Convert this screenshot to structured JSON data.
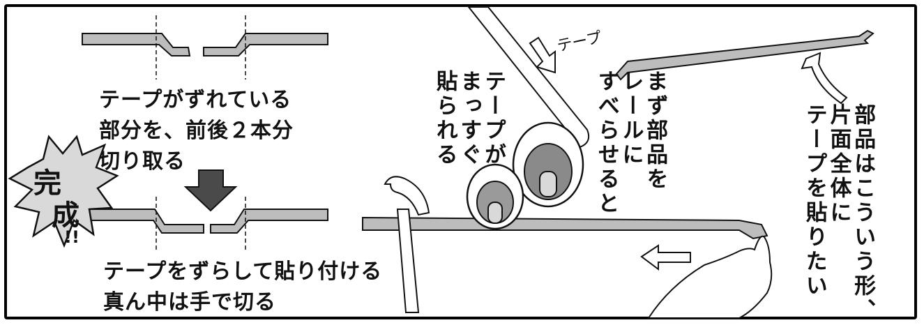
{
  "panel": {
    "top_caption": [
      "テープがずれている",
      "部分を、前後２本分",
      "切り取る"
    ],
    "bottom_caption": [
      "テープをずらして貼り付ける",
      "真ん中は手で切る"
    ],
    "badge": [
      "完",
      "成",
      "!!"
    ],
    "tape_label": "テープ",
    "col_straight": [
      "貼",
      "られる"
    ],
    "col_straight_full": [
      "テープが",
      "まっすぐ",
      "貼られる"
    ],
    "col_slide": [
      "まず部品を",
      "レールに",
      "すべらせると"
    ],
    "col_part": [
      "部品はこういう形、",
      "片面全体に",
      "テープを貼りたい"
    ]
  },
  "colors": {
    "ink": "#111111",
    "part_gray": "#bdbdbd",
    "roller_dark": "#8a8a8a",
    "arrow_dark": "#4a4a4a"
  }
}
